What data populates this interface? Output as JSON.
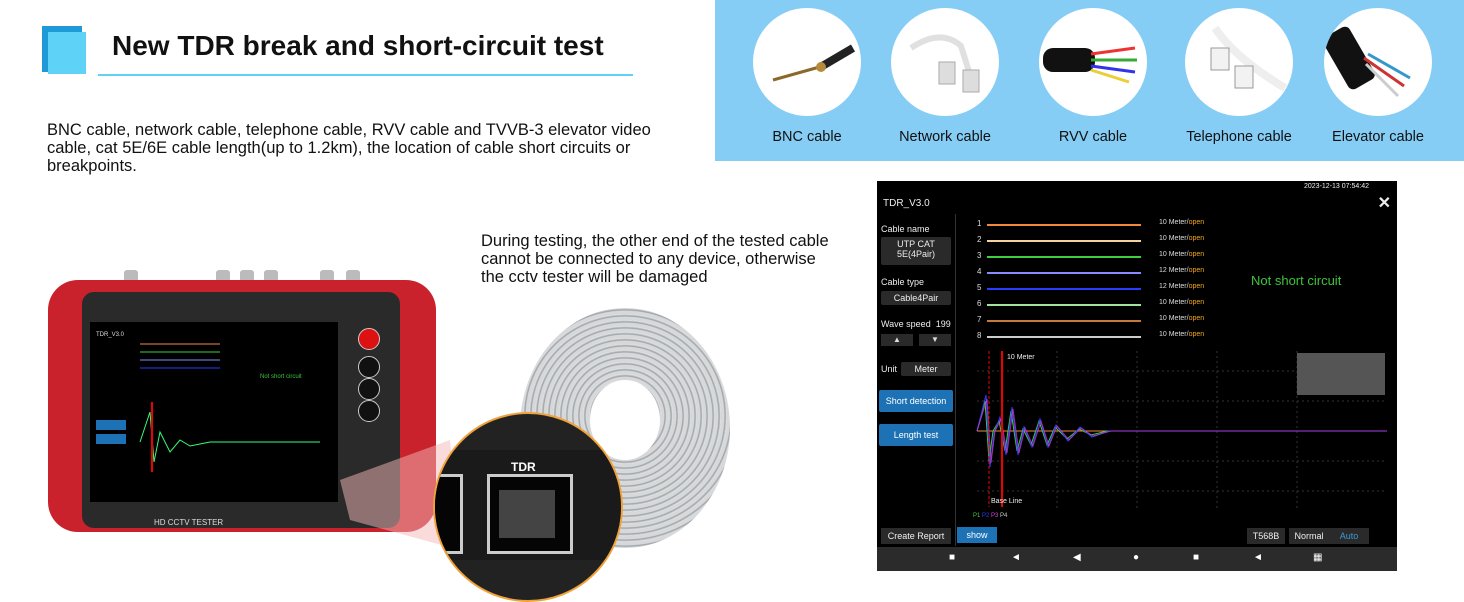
{
  "heading": {
    "title": "New TDR break and short-circuit test"
  },
  "description": "BNC cable, network cable, telephone cable, RVV cable and TVVB-3 elevator video cable, cat 5E/6E cable length(up to 1.2km), the location of cable short circuits or breakpoints.",
  "note": "During testing, the other end of the tested cable cannot be connected to any device, otherwise the cctv tester will be damaged",
  "cables": [
    {
      "label": "BNC cable",
      "icon": "bnc-cable-icon"
    },
    {
      "label": "Network cable",
      "icon": "network-cable-icon"
    },
    {
      "label": "RVV cable",
      "icon": "rvv-cable-icon"
    },
    {
      "label": "Telephone cable",
      "icon": "telephone-cable-icon"
    },
    {
      "label": "Elevator cable",
      "icon": "elevator-cable-icon"
    }
  ],
  "device": {
    "label": "HD CCTV TESTER",
    "port_label": "TDR"
  },
  "screen": {
    "status_time": "2023-12-13 07:54:42",
    "app_title": "TDR_V3.0",
    "cable_name_label": "Cable name",
    "cable_name_value": "UTP CAT 5E(4Pair)",
    "cable_type_label": "Cable type",
    "cable_type_value": "Cable4Pair",
    "wave_speed_label": "Wave speed",
    "wave_speed_value": "199",
    "unit_label": "Unit",
    "unit_value": "Meter",
    "short_detection": "Short detection",
    "length_test": "Length test",
    "create_report": "Create Report",
    "show": "show",
    "t568b": "T568B",
    "normal": "Normal",
    "auto": "Auto",
    "result": "Not short circuit",
    "marker_label": "10 Meter",
    "baseline_label": "Base Line",
    "channels": [
      {
        "num": "1",
        "dist": "10 Meter/",
        "state": "open",
        "color": "#f08a3a"
      },
      {
        "num": "2",
        "dist": "10 Meter/",
        "state": "open",
        "color": "#f5d0a0"
      },
      {
        "num": "3",
        "dist": "10 Meter/",
        "state": "open",
        "color": "#3fcf3f"
      },
      {
        "num": "4",
        "dist": "12 Meter/",
        "state": "open",
        "color": "#8a8aff"
      },
      {
        "num": "5",
        "dist": "12 Meter/",
        "state": "open",
        "color": "#2a3cff"
      },
      {
        "num": "6",
        "dist": "10 Meter/",
        "state": "open",
        "color": "#9fe39f"
      },
      {
        "num": "7",
        "dist": "10 Meter/",
        "state": "open",
        "color": "#c47a3a"
      },
      {
        "num": "8",
        "dist": "10 Meter/",
        "state": "open",
        "color": "#cccccc"
      }
    ],
    "legend": [
      "P1",
      "P2",
      "P3",
      "P4"
    ]
  }
}
